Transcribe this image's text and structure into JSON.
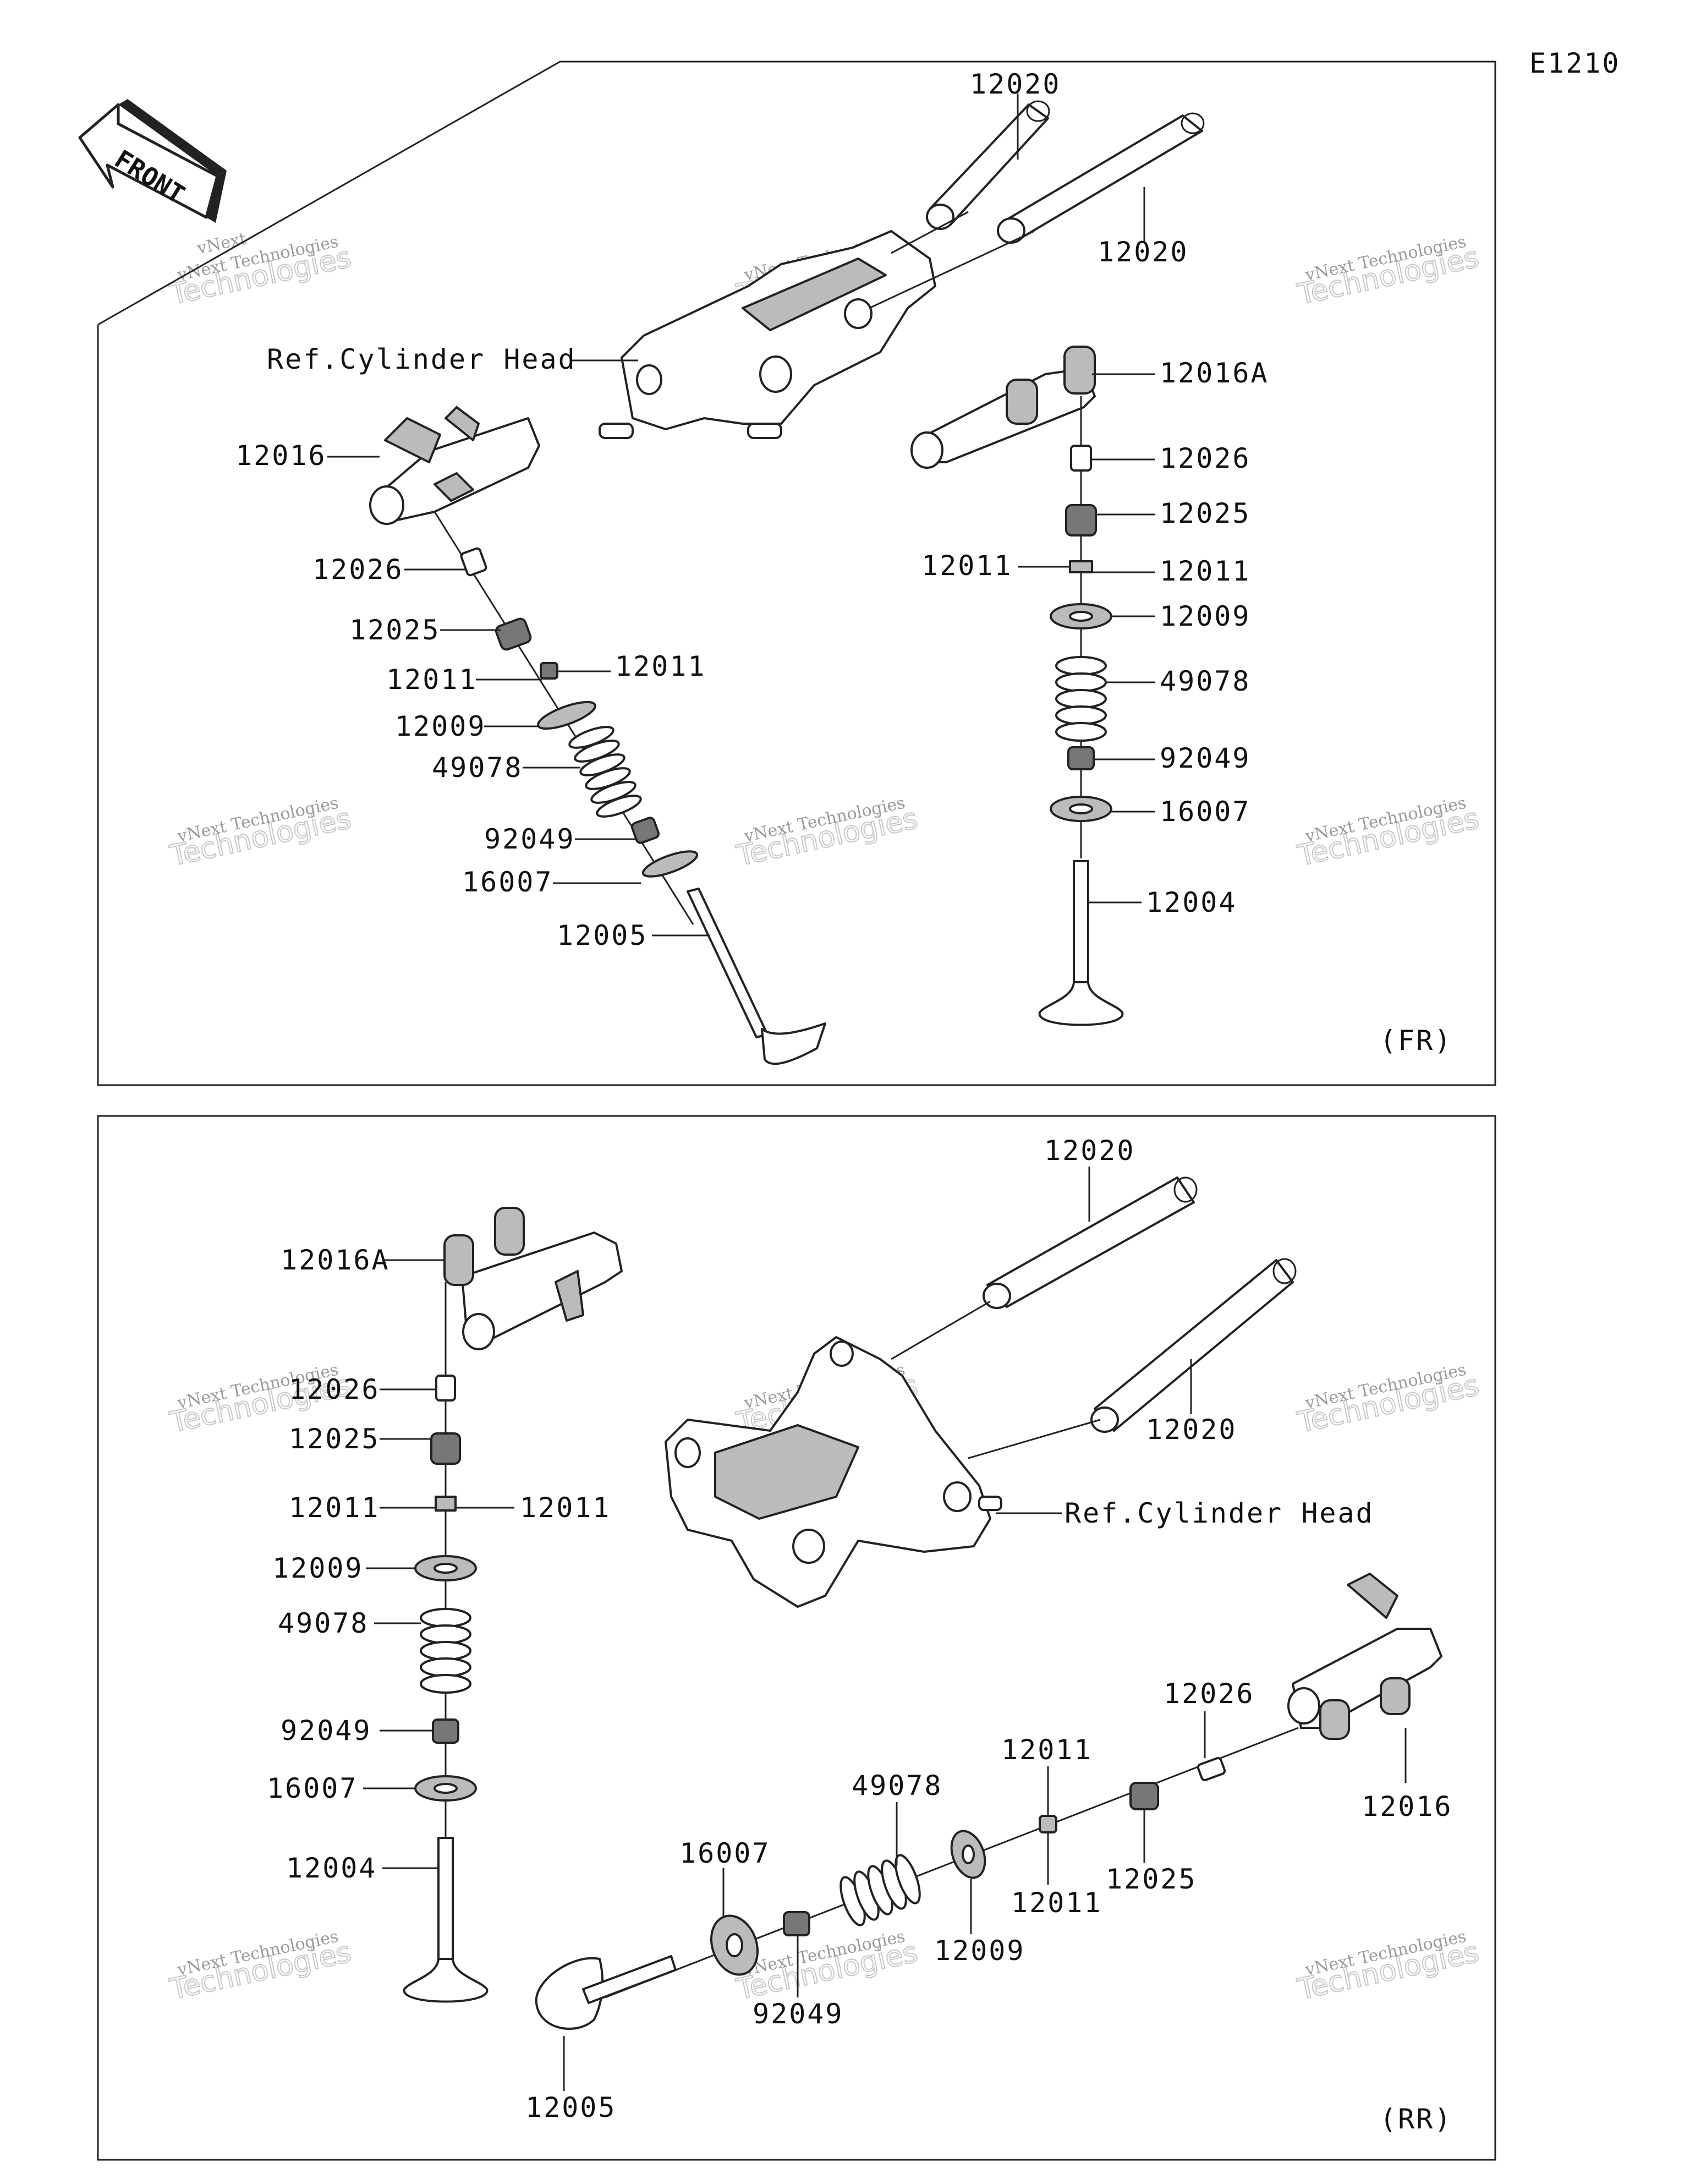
{
  "diagram_code": "E1210",
  "front_label": "FRONT",
  "watermark": {
    "line1": "vNext Technologies",
    "line2": "Technologies",
    "brand": "vNext"
  },
  "panels": {
    "front": {
      "tag": "(FR)",
      "ref_label": "Ref.Cylinder Head",
      "parts": {
        "p12020a": "12020",
        "p12020b": "12020",
        "p12016": "12016",
        "p12016A": "12016A",
        "l12026": "12026",
        "l12025": "12025",
        "l12011a": "12011",
        "l12011b": "12011",
        "l12009": "12009",
        "l49078": "49078",
        "l92049": "92049",
        "l16007": "16007",
        "l12005": "12005",
        "r12026": "12026",
        "r12025": "12025",
        "r12011a": "12011",
        "r12011b": "12011",
        "r12009": "12009",
        "r49078": "49078",
        "r92049": "92049",
        "r16007": "16007",
        "r12004": "12004"
      }
    },
    "rear": {
      "tag": "(RR)",
      "ref_label": "Ref.Cylinder Head",
      "parts": {
        "p12020a": "12020",
        "p12020b": "12020",
        "p12016A": "12016A",
        "p12016": "12016",
        "v12026": "12026",
        "v12025": "12025",
        "v12011a": "12011",
        "v12011b": "12011",
        "v12009": "12009",
        "v49078": "49078",
        "v92049": "92049",
        "v16007": "16007",
        "v12004": "12004",
        "h12026": "12026",
        "h12011a": "12011",
        "h12011b": "12011",
        "h12025": "12025",
        "h49078": "49078",
        "h16007": "16007",
        "h12009": "12009",
        "h92049": "92049",
        "h12005": "12005"
      }
    }
  }
}
